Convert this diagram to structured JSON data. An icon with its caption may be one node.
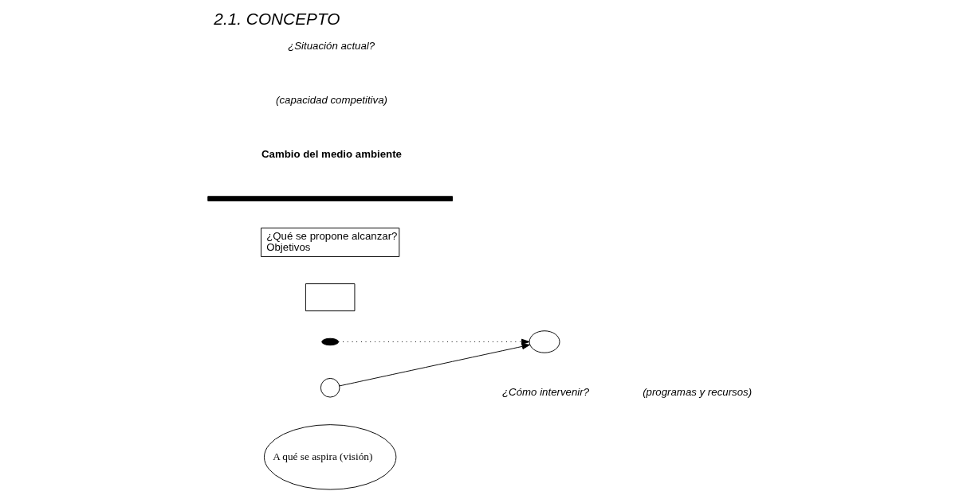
{
  "diagram": {
    "title": "2.1. CONCEPTO",
    "nodes": [
      {
        "text": [
          "A qué se aspira (visión)"
        ]
      },
      {
        "text": [],
        "shape": "dot"
      },
      {
        "text": [],
        "shape": "box"
      },
      {
        "text": [
          "¿Qué se propone alcanzar?",
          "Objetivos"
        ]
      },
      {
        "text": [],
        "shape": "bar"
      },
      {
        "text": [],
        "shape": "ellipse"
      },
      {
        "text": [],
        "shape": "circle"
      }
    ],
    "edges": [
      {
        "from": 1,
        "to": 5,
        "arrow": "to",
        "style": "dashed"
      },
      {
        "from": 6,
        "to": 5,
        "arrow": "to"
      }
    ],
    "labels": [
      "Cambio del medio ambiente",
      "¿Cómo intervenir?",
      "(programas y recursos)",
      "¿Situación actual?",
      "(capacidad competitiva)"
    ]
  }
}
